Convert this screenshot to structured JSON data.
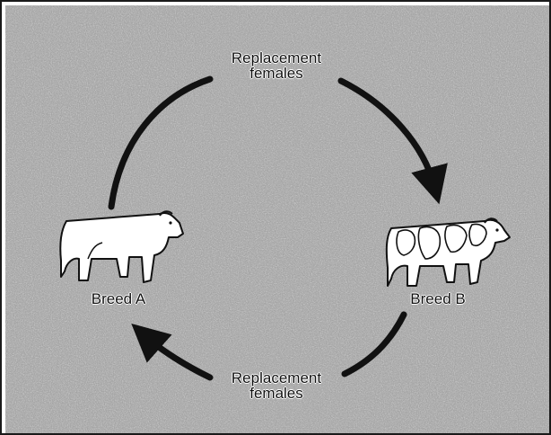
{
  "diagram": {
    "top_label": {
      "line1": "Replacement",
      "line2": "females"
    },
    "bottom_label": {
      "line1": "Replacement",
      "line2": "females"
    },
    "left_node": {
      "label": "Breed A",
      "icon": "white-bull-icon"
    },
    "right_node": {
      "label": "Breed B",
      "icon": "spotted-bull-icon"
    },
    "colors": {
      "background": "#9a9a9a",
      "arrow": "#111111",
      "outline": "#111111",
      "animal_fill": "#ffffff"
    }
  }
}
